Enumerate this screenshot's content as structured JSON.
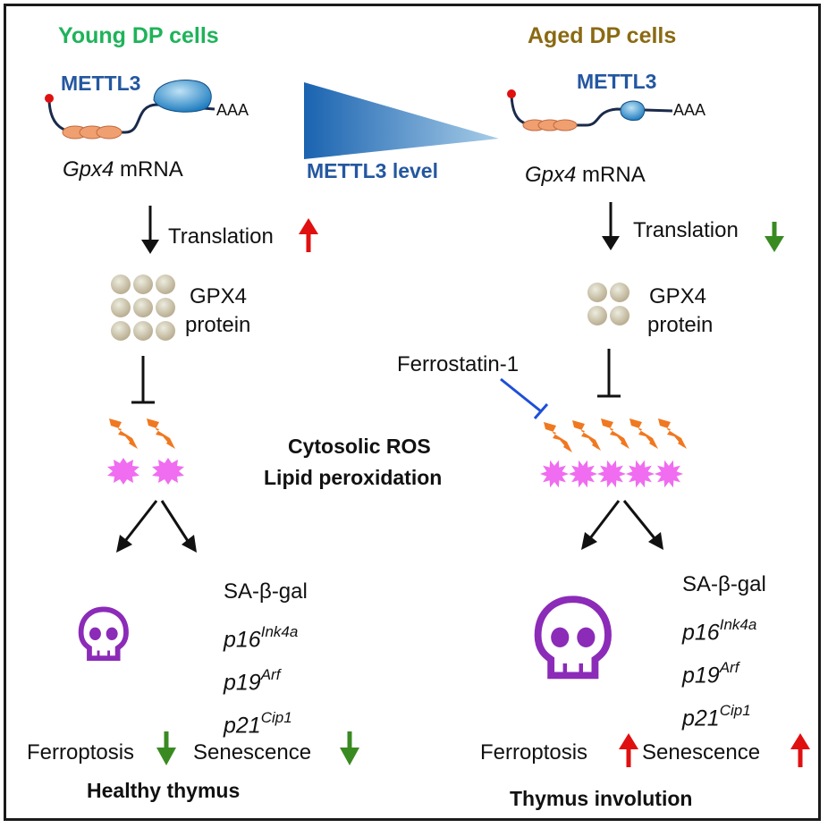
{
  "young": {
    "title": "Young DP cells",
    "enzyme": "METTL3",
    "polyA": "AAA",
    "mrna_gene": "Gpx4",
    "mrna_suffix": " mRNA",
    "translation": "Translation",
    "protein_line1": "GPX4",
    "protein_line2": "protein",
    "markers": [
      {
        "name": "SA-β-gal",
        "sup": ""
      },
      {
        "name": "p16",
        "sup": "Ink4a"
      },
      {
        "name": "p19",
        "sup": "Arf"
      },
      {
        "name": "p21",
        "sup": "Cip1"
      }
    ],
    "ferroptosis": "Ferroptosis",
    "senescence": "Senescence",
    "outcome": "Healthy thymus"
  },
  "aged": {
    "title": "Aged DP cells",
    "enzyme": "METTL3",
    "polyA": "AAA",
    "mrna_gene": "Gpx4",
    "mrna_suffix": " mRNA",
    "translation": "Translation",
    "protein_line1": "GPX4",
    "protein_line2": "protein",
    "inhibitor": "Ferrostatin-1",
    "markers": [
      {
        "name": "SA-β-gal",
        "sup": ""
      },
      {
        "name": "p16",
        "sup": "Ink4a"
      },
      {
        "name": "p19",
        "sup": "Arf"
      },
      {
        "name": "p21",
        "sup": "Cip1"
      }
    ],
    "ferroptosis": "Ferroptosis",
    "senescence": "Senescence",
    "outcome": "Thymus involution"
  },
  "center": {
    "level_label": "METTL3 level",
    "ros_line1": "Cytosolic ROS",
    "ros_line2": "Lipid peroxidation"
  },
  "colors": {
    "young_title": "#1fb35a",
    "aged_title": "#8a6a12",
    "mettl3_blue": "#2457a0",
    "arrow_up": "#e01010",
    "arrow_down": "#3a8a22",
    "ros_orange": "#f07820",
    "peroxide_pink": "#f06cf0",
    "skull_purple": "#8b2bb8",
    "protein_beige": "#cbbd9e",
    "inhibitor_blue": "#1e4fd8"
  },
  "icons": [
    "ribosome-icon",
    "lightning-icon",
    "starburst-icon",
    "skull-icon",
    "up-arrow-icon",
    "down-arrow-icon"
  ]
}
